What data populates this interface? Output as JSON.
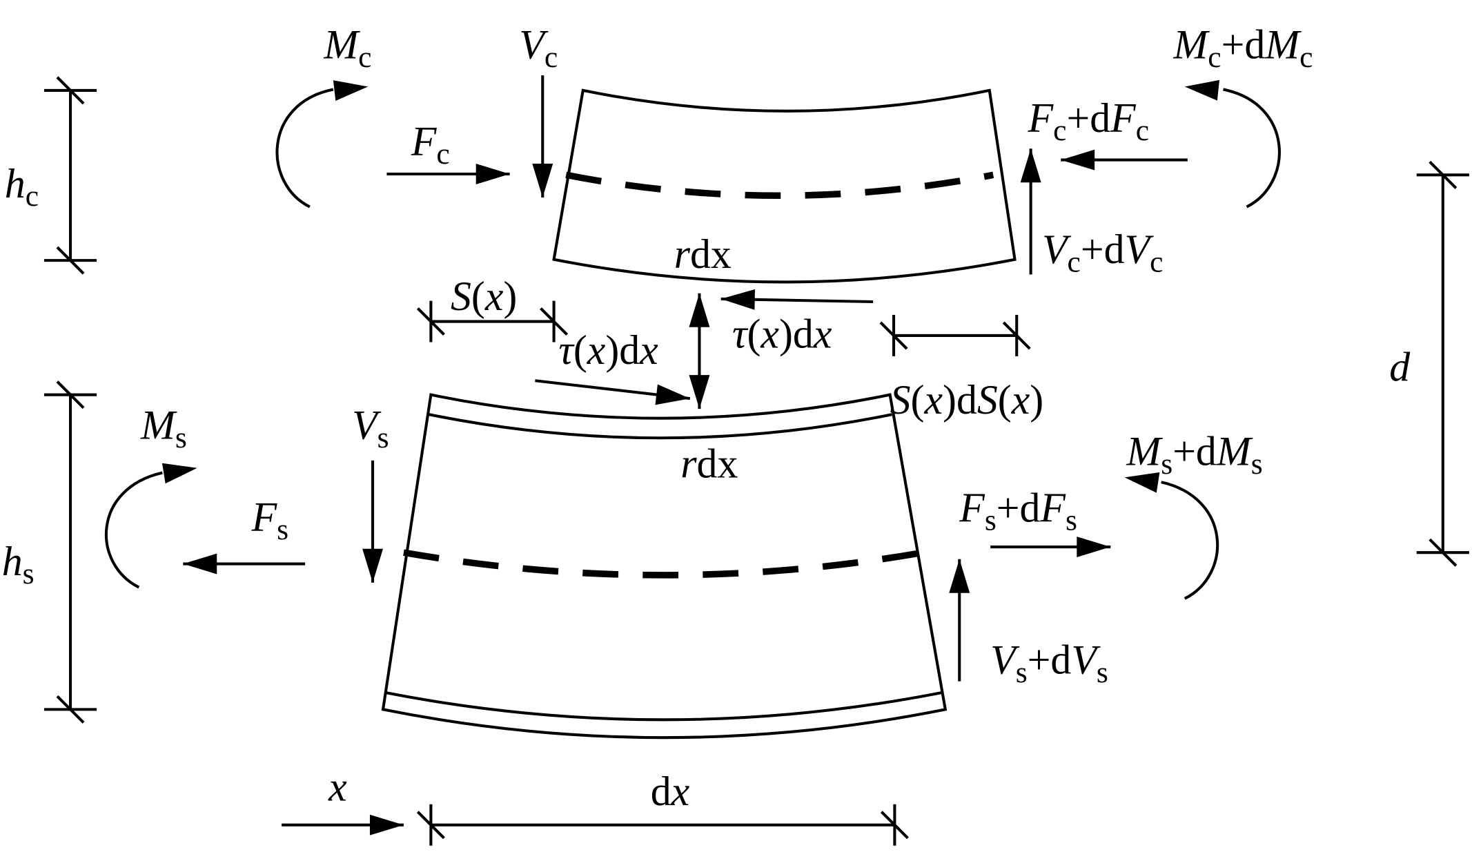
{
  "diagram": {
    "title": "Free-body diagram of beam element dx (concrete slab and steel beam)",
    "labels": [
      {
        "id": "Mc",
        "segments": [
          {
            "t": "M",
            "s": "i"
          },
          {
            "t": "c",
            "s": "s"
          }
        ]
      },
      {
        "id": "Vc",
        "segments": [
          {
            "t": "V",
            "s": "i"
          },
          {
            "t": "c",
            "s": "s"
          }
        ]
      },
      {
        "id": "McdMc",
        "segments": [
          {
            "t": "M",
            "s": "i"
          },
          {
            "t": "c",
            "s": "s"
          },
          {
            "t": "+d",
            "s": "r"
          },
          {
            "t": "M",
            "s": "i"
          },
          {
            "t": "c",
            "s": "s"
          }
        ]
      },
      {
        "id": "Fc",
        "segments": [
          {
            "t": "F",
            "s": "i"
          },
          {
            "t": "c",
            "s": "s"
          }
        ]
      },
      {
        "id": "FcdFc",
        "segments": [
          {
            "t": "F",
            "s": "i"
          },
          {
            "t": "c",
            "s": "s"
          },
          {
            "t": "+d",
            "s": "r"
          },
          {
            "t": "F",
            "s": "i"
          },
          {
            "t": "c",
            "s": "s"
          }
        ]
      },
      {
        "id": "hc",
        "segments": [
          {
            "t": "h",
            "s": "i"
          },
          {
            "t": "c",
            "s": "s"
          }
        ]
      },
      {
        "id": "VcdVc",
        "segments": [
          {
            "t": "V",
            "s": "i"
          },
          {
            "t": "c",
            "s": "s"
          },
          {
            "t": "+d",
            "s": "r"
          },
          {
            "t": "V",
            "s": "i"
          },
          {
            "t": "c",
            "s": "s"
          }
        ]
      },
      {
        "id": "rdx1",
        "segments": [
          {
            "t": "r",
            "s": "i"
          },
          {
            "t": "dx",
            "s": "r"
          }
        ]
      },
      {
        "id": "Sx",
        "segments": [
          {
            "t": "S",
            "s": "i"
          },
          {
            "t": "(",
            "s": "r"
          },
          {
            "t": "x",
            "s": "i"
          },
          {
            "t": ")",
            "s": "r"
          }
        ]
      },
      {
        "id": "tau1",
        "segments": [
          {
            "t": "τ",
            "s": "i"
          },
          {
            "t": "(",
            "s": "r"
          },
          {
            "t": "x",
            "s": "i"
          },
          {
            "t": ")d",
            "s": "r"
          },
          {
            "t": "x",
            "s": "i"
          }
        ]
      },
      {
        "id": "tau2",
        "segments": [
          {
            "t": "τ",
            "s": "i"
          },
          {
            "t": "(",
            "s": "r"
          },
          {
            "t": "x",
            "s": "i"
          },
          {
            "t": ")d",
            "s": "r"
          },
          {
            "t": "x",
            "s": "i"
          }
        ]
      },
      {
        "id": "SxdSx",
        "segments": [
          {
            "t": "S",
            "s": "i"
          },
          {
            "t": "(",
            "s": "r"
          },
          {
            "t": "x",
            "s": "i"
          },
          {
            "t": ")d",
            "s": "r"
          },
          {
            "t": "S",
            "s": "i"
          },
          {
            "t": "(",
            "s": "r"
          },
          {
            "t": "x",
            "s": "i"
          },
          {
            "t": ")",
            "s": "r"
          }
        ]
      },
      {
        "id": "d",
        "segments": [
          {
            "t": "d",
            "s": "i"
          }
        ]
      },
      {
        "id": "Ms",
        "segments": [
          {
            "t": "M",
            "s": "i"
          },
          {
            "t": "s",
            "s": "s"
          }
        ]
      },
      {
        "id": "Vs",
        "segments": [
          {
            "t": "V",
            "s": "i"
          },
          {
            "t": "s",
            "s": "s"
          }
        ]
      },
      {
        "id": "rdx2",
        "segments": [
          {
            "t": "r",
            "s": "i"
          },
          {
            "t": "dx",
            "s": "r"
          }
        ]
      },
      {
        "id": "Fs",
        "segments": [
          {
            "t": "F",
            "s": "i"
          },
          {
            "t": "s",
            "s": "s"
          }
        ]
      },
      {
        "id": "FsdFs",
        "segments": [
          {
            "t": "F",
            "s": "i"
          },
          {
            "t": "s",
            "s": "s"
          },
          {
            "t": "+d",
            "s": "r"
          },
          {
            "t": "F",
            "s": "i"
          },
          {
            "t": "s",
            "s": "s"
          }
        ]
      },
      {
        "id": "MsdMs",
        "segments": [
          {
            "t": "M",
            "s": "i"
          },
          {
            "t": "s",
            "s": "s"
          },
          {
            "t": "+d",
            "s": "r"
          },
          {
            "t": "M",
            "s": "i"
          },
          {
            "t": "s",
            "s": "s"
          }
        ]
      },
      {
        "id": "hs",
        "segments": [
          {
            "t": "h",
            "s": "i"
          },
          {
            "t": "s",
            "s": "s"
          }
        ]
      },
      {
        "id": "VsdVs",
        "segments": [
          {
            "t": "V",
            "s": "i"
          },
          {
            "t": "s",
            "s": "s"
          },
          {
            "t": "+d",
            "s": "r"
          },
          {
            "t": "V",
            "s": "i"
          },
          {
            "t": "s",
            "s": "s"
          }
        ]
      },
      {
        "id": "x",
        "segments": [
          {
            "t": "x",
            "s": "i"
          }
        ]
      },
      {
        "id": "dx",
        "segments": [
          {
            "t": "d",
            "s": "r"
          },
          {
            "t": "x",
            "s": "i"
          }
        ]
      }
    ]
  }
}
